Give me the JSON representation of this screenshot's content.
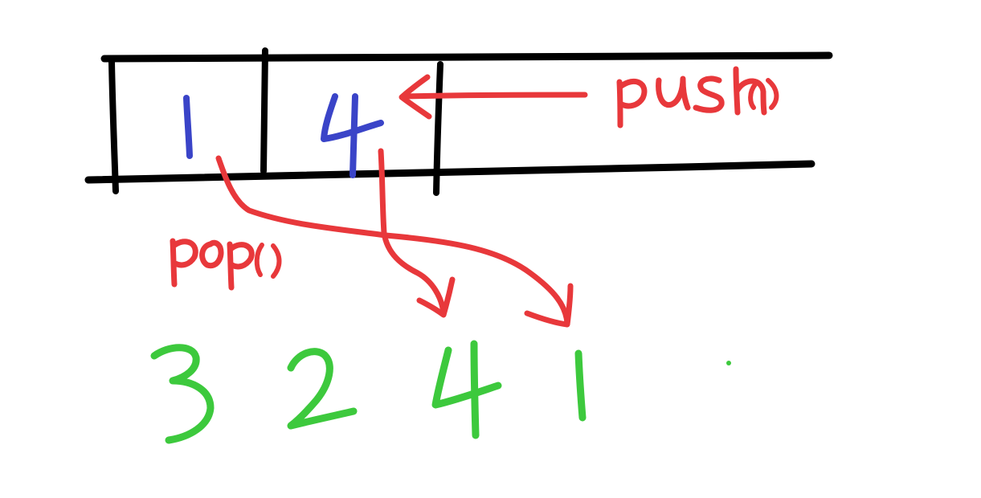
{
  "colors": {
    "stack": "#000000",
    "stack_values": "#3a44c8",
    "operations": "#e8383b",
    "output": "#3dc93d",
    "background": "#ffffff"
  },
  "stack": {
    "cells": [
      "1",
      "4"
    ]
  },
  "operations": {
    "push_label": "push()",
    "pop_label": "pop()"
  },
  "output": {
    "sequence": [
      "3",
      "2",
      "4",
      "1"
    ]
  }
}
